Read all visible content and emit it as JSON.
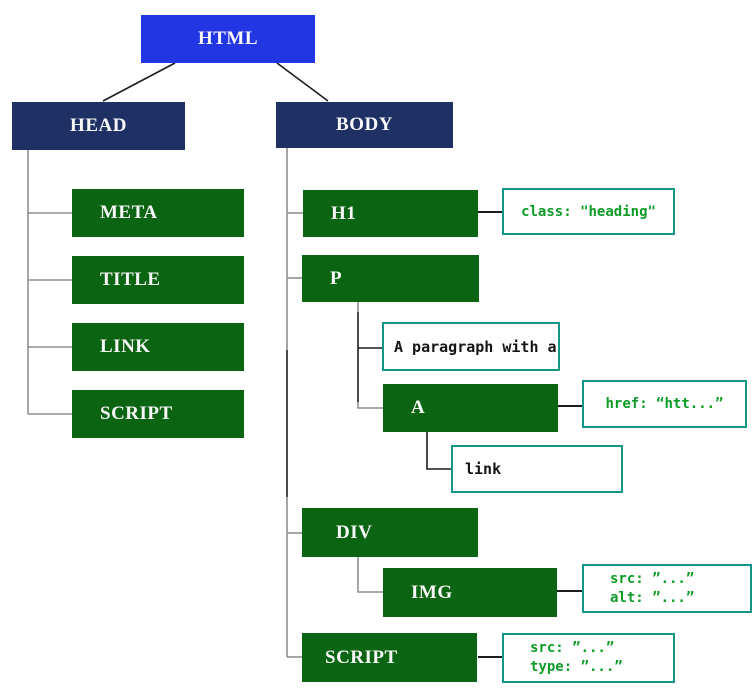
{
  "colors": {
    "root_blue": "#2336e3",
    "branch_navy": "#1e3064",
    "element_green": "#0a6411",
    "annotation_border_teal": "#11968a",
    "annotation_text_green": "#0d9c26",
    "connector_gray": "#8f8f8f",
    "connector_black": "#1c1c1c"
  },
  "tree": {
    "root": {
      "label": "HTML"
    },
    "branches": {
      "head": {
        "label": "HEAD",
        "children": [
          {
            "label": "META"
          },
          {
            "label": "TITLE"
          },
          {
            "label": "LINK"
          },
          {
            "label": "SCRIPT"
          }
        ]
      },
      "body": {
        "label": "BODY",
        "children": {
          "h1": {
            "label": "H1",
            "attributes": {
              "lines": [
                "class: \"heading\""
              ]
            }
          },
          "p": {
            "label": "P",
            "text_node": "A paragraph with a",
            "children": {
              "a": {
                "label": "A",
                "attributes": {
                  "lines": [
                    "href: “htt...”"
                  ]
                },
                "text_node": "link"
              }
            }
          },
          "div": {
            "label": "DIV",
            "children": {
              "img": {
                "label": "IMG",
                "attributes": {
                  "lines": [
                    "src: ”...”",
                    "alt: ”...”"
                  ]
                }
              }
            }
          },
          "script": {
            "label": "SCRIPT",
            "attributes": {
              "lines": [
                "src: ”...”",
                "type: ”...”"
              ]
            }
          }
        }
      }
    }
  }
}
